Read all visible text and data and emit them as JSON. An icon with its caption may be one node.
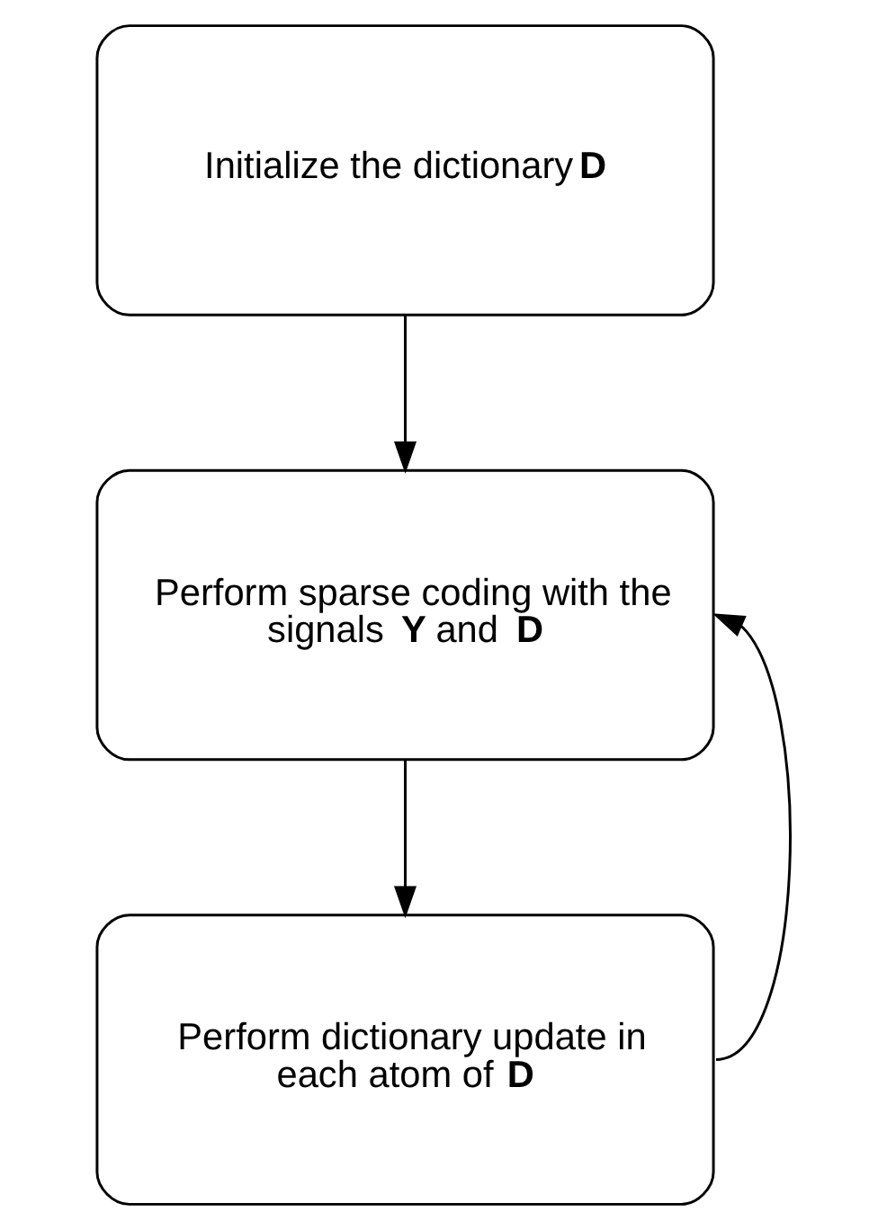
{
  "diagram": {
    "nodes": [
      {
        "text": [
          "Initialize the dictionary **D**"
        ]
      },
      {
        "text": [
          "Perform sparse coding with the signals **Y** and **D**"
        ]
      },
      {
        "text": [
          "Perform dictionary update in each atom of **D**"
        ]
      }
    ],
    "edges": [
      {
        "from": 0,
        "to": 1,
        "arrow": "to"
      },
      {
        "from": 1,
        "to": 2,
        "arrow": "to"
      },
      {
        "from": 2,
        "to": 1,
        "arrow": "to"
      }
    ]
  }
}
